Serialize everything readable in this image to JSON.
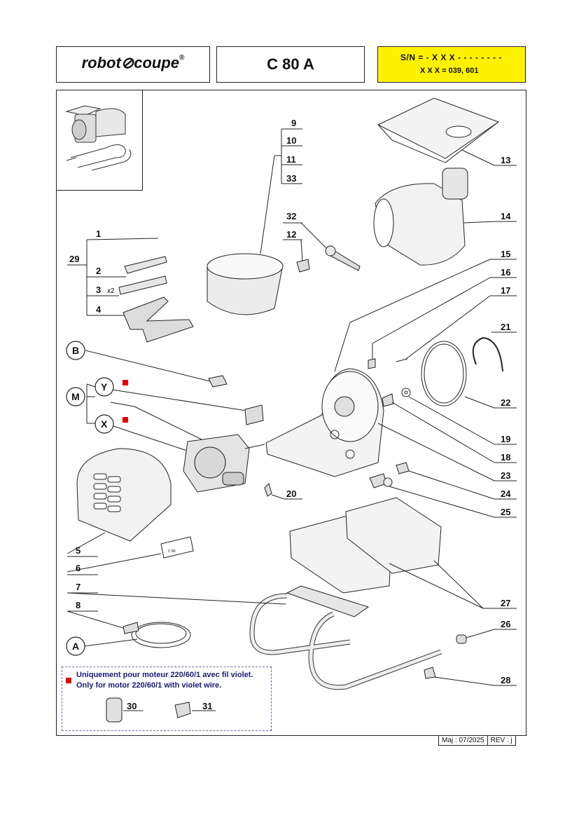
{
  "header": {
    "brand": "robot",
    "brand2": "coupe",
    "registered": "®",
    "model": "C 80 A",
    "serial_line1": "S/N = - X X X - - - - - - - -",
    "serial_line2": "X X X = 039, 601"
  },
  "parts": {
    "p1": "1",
    "p2": "2",
    "p3": "3",
    "p3x": "x2",
    "p4": "4",
    "p5": "5",
    "p6": "6",
    "p7": "7",
    "p8": "8",
    "p9": "9",
    "p10": "10",
    "p11": "11",
    "p12": "12",
    "p13": "13",
    "p14": "14",
    "p15": "15",
    "p16": "16",
    "p17": "17",
    "p18": "18",
    "p19": "19",
    "p20": "20",
    "p21": "21",
    "p22": "22",
    "p23": "23",
    "p24": "24",
    "p25": "25",
    "p26": "26",
    "p27": "27",
    "p28": "28",
    "p29": "29",
    "p30": "30",
    "p31": "31",
    "p32": "32",
    "p33": "33"
  },
  "letters": {
    "B": "B",
    "M": "M",
    "Y": "Y",
    "X": "X",
    "A": "A"
  },
  "plate_text": "C 80",
  "note": {
    "fr": "Uniquement pour moteur 220/60/1 avec fil violet.",
    "en": "Only for motor 220/60/1 with violet wire."
  },
  "footer": {
    "maj": "Maj : 07/2025",
    "rev": "REV : j"
  },
  "colors": {
    "serial_bg": "#fff200",
    "marker": "#e00000"
  }
}
